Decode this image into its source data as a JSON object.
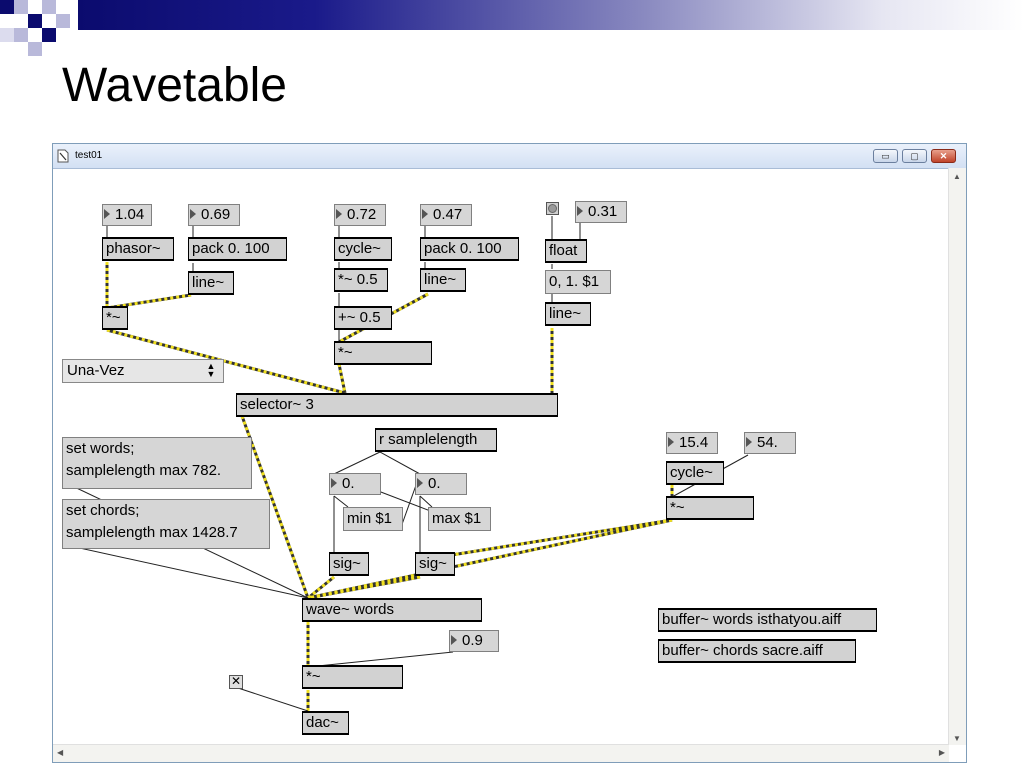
{
  "slide": {
    "title": "Wavetable",
    "colors": {
      "accent_dark": "#0b0b6e",
      "accent_mid": "#8a8ac0"
    }
  },
  "window": {
    "title": "test01",
    "buttons": {
      "minimize": "▭",
      "maximize": "▢",
      "close": "✕"
    }
  },
  "patch": {
    "num_1_04": "1.04",
    "num_0_69": "0.69",
    "num_0_72": "0.72",
    "num_0_47": "0.47",
    "num_0_31": "0.31",
    "obj_phasor": "phasor~",
    "obj_pack_a": "pack 0. 100",
    "obj_cycle_a": "cycle~",
    "obj_pack_b": "pack 0. 100",
    "obj_float": "float",
    "obj_line_a": "line~",
    "obj_mul_05": "*~ 0.5",
    "obj_line_b": "line~",
    "msg_ramp": "0, 1. $1",
    "obj_mul_a": "*~",
    "obj_add_05": "+~ 0.5",
    "obj_line_c": "line~",
    "obj_mul_b": "*~",
    "menu_value": "Una-Vez",
    "obj_selector": "selector~ 3",
    "obj_receive": "r samplelength",
    "msg_words_1": "set words;",
    "msg_words_2": "samplelength max 782.",
    "msg_chords_1": "set chords;",
    "msg_chords_2": "samplelength max 1428.7",
    "num_zero_a": "0.",
    "num_zero_b": "0.",
    "msg_min": "min $1",
    "msg_max": "max $1",
    "num_15_4": "15.4",
    "num_54": "54.",
    "obj_cycle_b": "cycle~",
    "obj_mul_c": "*~",
    "obj_sig_a": "sig~",
    "obj_sig_b": "sig~",
    "obj_wave": "wave~ words",
    "num_0_9": "0.9",
    "obj_mul_d": "*~",
    "obj_dac": "dac~",
    "obj_buffer_words": "buffer~ words isthatyou.aiff",
    "obj_buffer_chords": "buffer~ chords sacre.aiff"
  }
}
